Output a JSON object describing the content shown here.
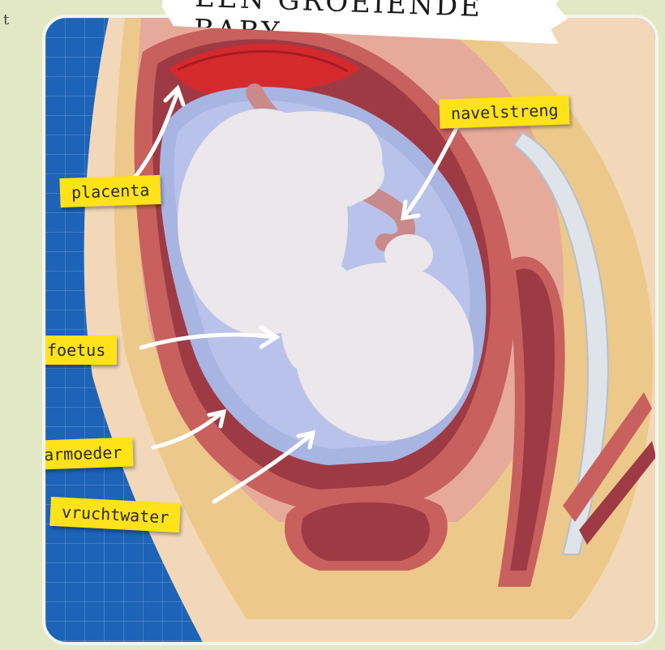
{
  "title": "EEN GROEIENDE BABY",
  "side_letter": "t",
  "labels": {
    "placenta": "placenta",
    "navelstreng": "navelstreng",
    "foetus": "foetus",
    "baarmoeder": "baarmoeder",
    "vruchtwater": "vruchtwater"
  },
  "colors": {
    "background_grid": "#1d63b8",
    "label_fill": "#ffe21a",
    "tissue": "#e6aa9a",
    "uterus_wall": "#c8605e",
    "placenta": "#d42a2e",
    "amniotic_fluid": "#a8b4e2",
    "fetus": "#ebe7ea"
  }
}
